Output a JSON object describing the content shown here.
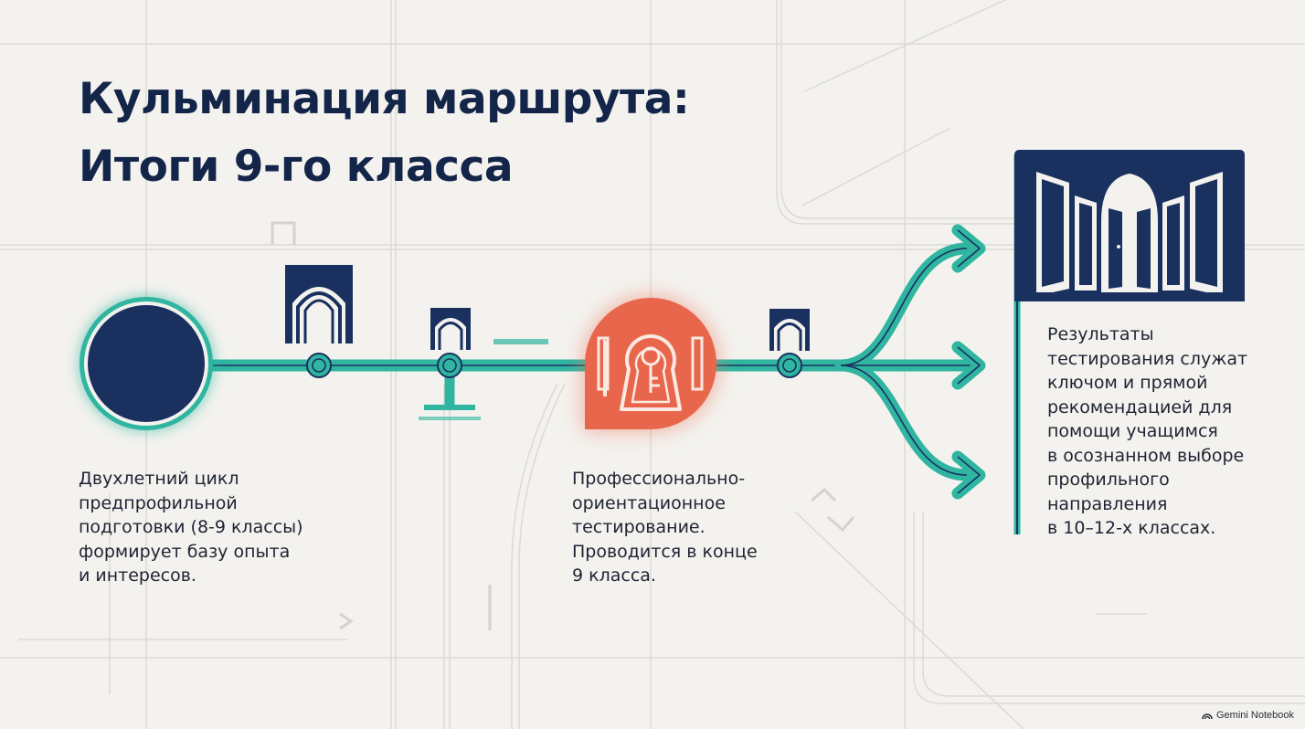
{
  "title": {
    "line1": "Кульминация маршрута:",
    "line2": "Итоги 9-го класса"
  },
  "steps": [
    {
      "lines": [
        "Двухлетний цикл",
        "предпрофильной",
        "подготовки (8-9 классы)",
        "формирует базу опыта",
        "и интересов."
      ]
    },
    {
      "lines": [
        "Профессионально-",
        "ориентационное",
        "тестирование.",
        "Проводится в конце",
        "9 класса."
      ]
    },
    {
      "lines": [
        "Результаты",
        "тестирования служат",
        "ключом и прямой",
        "рекомендацией для",
        "помощи учащимся",
        "в осознанном выборе",
        "профильного",
        "направления",
        "в 10–12-х классах."
      ]
    }
  ],
  "icons": {
    "start": "filled-circle-icon",
    "milestone": "archway-icon",
    "test": "keyhole-key-icon",
    "branches": "branching-arrows-icon",
    "destination": "open-gate-icon"
  },
  "colors": {
    "navy": "#1a3160",
    "teal": "#2fb5a0",
    "coral": "#e8674c",
    "background": "#f3f2ee"
  },
  "brand": {
    "label": "Gemini Notebook"
  }
}
